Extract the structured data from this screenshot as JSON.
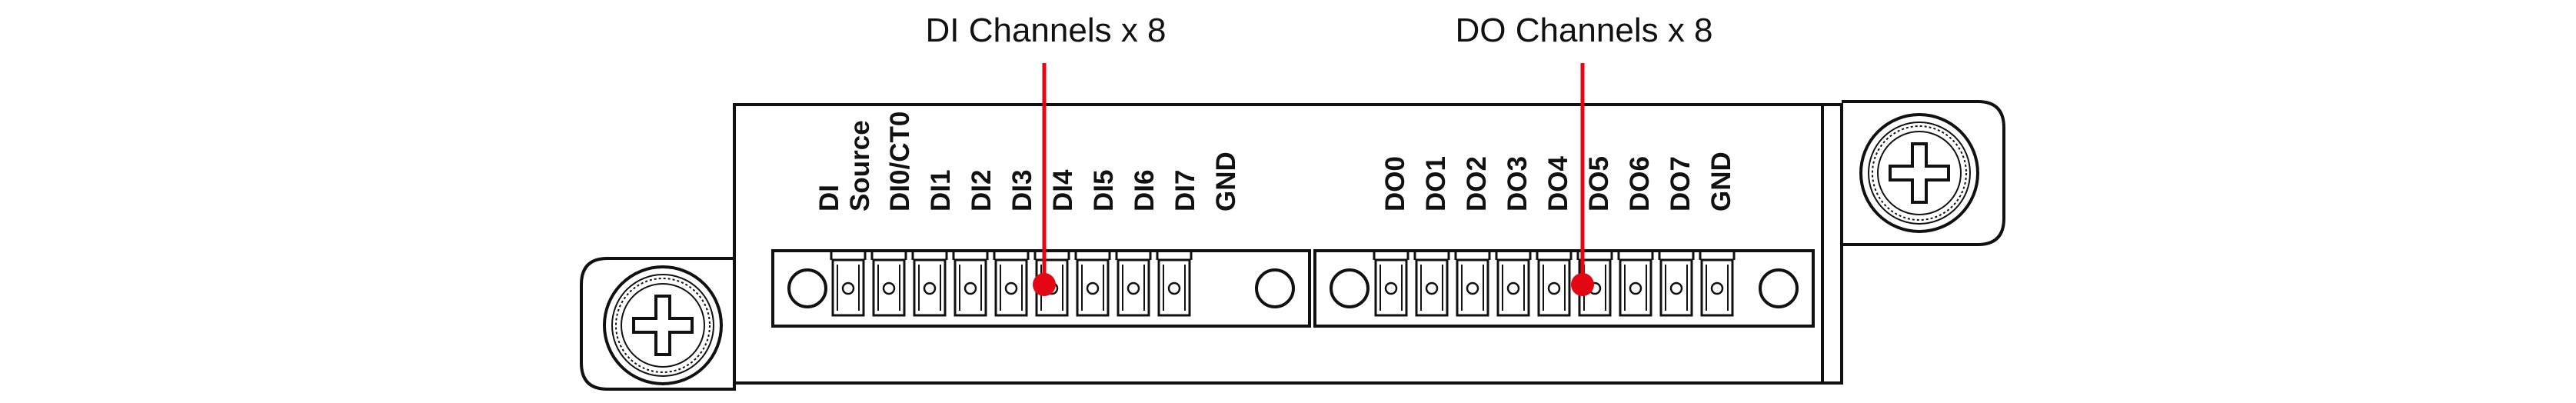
{
  "callouts": {
    "di": "DI Channels x 8",
    "do": "DO Channels x 8"
  },
  "di_labels": [
    "DI",
    "Source",
    "DI0/CT0",
    "DI1",
    "DI2",
    "DI3",
    "DI4",
    "DI5",
    "DI6",
    "DI7",
    "GND"
  ],
  "do_labels": [
    "DO0",
    "DO1",
    "DO2",
    "DO3",
    "DO4",
    "DO5",
    "DO6",
    "DO7",
    "GND"
  ],
  "colors": {
    "accent": "#e30613",
    "line": "#111111",
    "background": "#ffffff"
  }
}
